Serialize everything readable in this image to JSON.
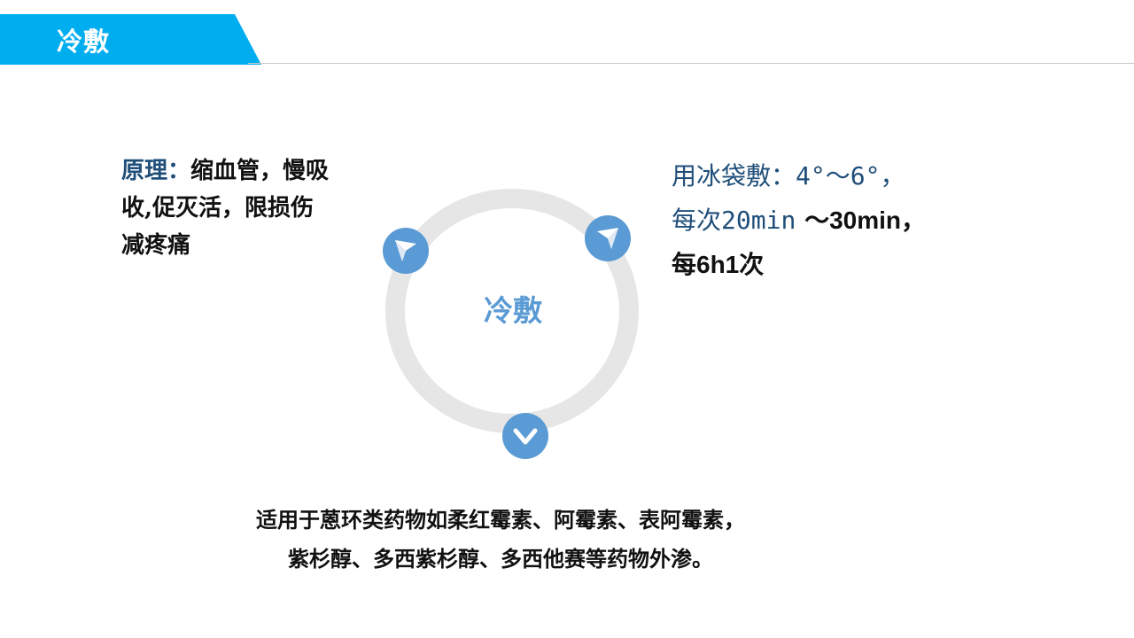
{
  "header": {
    "title": "冷敷"
  },
  "center": {
    "label": "冷敷"
  },
  "principle": {
    "label": "原理：",
    "line1_rest": "缩血管，慢吸",
    "line2": "收,促灭活，限损伤",
    "line3": "减疼痛"
  },
  "usage": {
    "label": "用冰袋敷：",
    "temp": "4°～6°，",
    "freq_label": "每次",
    "freq_value": "20min",
    "freq_upper": "～30min，",
    "interval": "每6h1次"
  },
  "indication": {
    "line1": "适用于蒽环类药物如柔红霉素、阿霉素、表阿霉素，",
    "line2": "紫杉醇、多西紫杉醇、多西他赛等药物外渗。"
  },
  "colors": {
    "header_band": "#00aeef",
    "accent_blue": "#5b9bd5",
    "ring_gray": "#e6e6e6",
    "label_navy": "#1f4e79"
  },
  "icons": [
    "chevron-up-left-icon",
    "chevron-up-right-icon",
    "chevron-down-icon"
  ]
}
